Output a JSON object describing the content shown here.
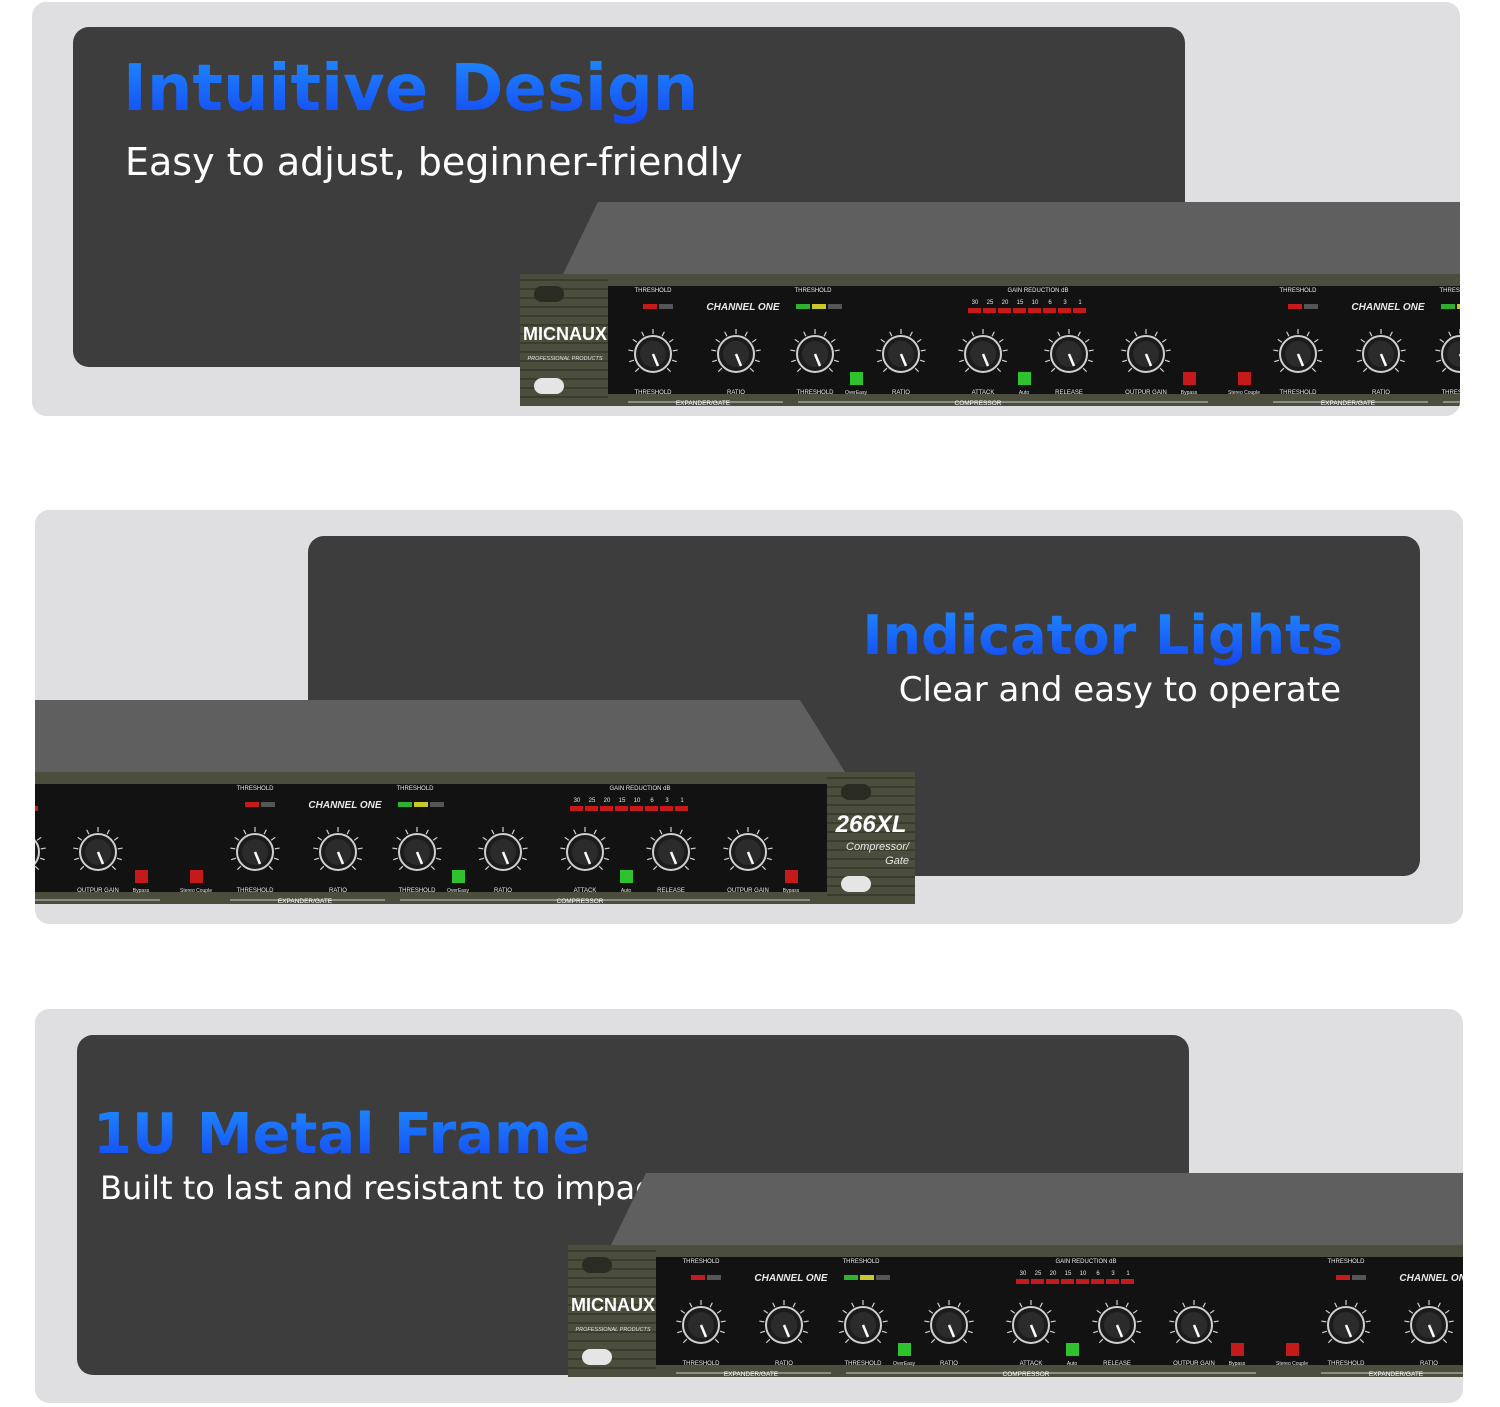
{
  "sections": [
    {
      "title": "Intuitive Design",
      "subtitle": "Easy to adjust, beginner-friendly"
    },
    {
      "title": "Indicator Lights",
      "subtitle": "Clear and easy to operate"
    },
    {
      "title": "1U Metal Frame",
      "subtitle": "Built to last and resistant to impacts"
    }
  ],
  "device": {
    "brand": "MICNAUX",
    "brand_sub": "PROFESSIONAL PRODUCTS",
    "model": "266XL",
    "model_line1": "Compressor/",
    "model_line2": "Gate",
    "channel_label": "CHANNEL ONE",
    "threshold_label": "THRESHOLD",
    "gain_reduction_label": "GAIN REDUCTION dB",
    "gr_scale": [
      "30",
      "25",
      "20",
      "15",
      "10",
      "6",
      "3",
      "1"
    ],
    "expander_gate_label": "EXPANDER/GATE",
    "compressor_label": "COMPRESSOR",
    "knobs": {
      "threshold": "THRESHOLD",
      "ratio": "RATIO",
      "attack": "ATTACK",
      "release": "RELEASE",
      "output_gain": "OUTPUR GAIN"
    },
    "buttons": {
      "overeasy": "OverEasy",
      "auto": "Auto",
      "bypass": "Bypass",
      "stereo_couple": "Stereo Couple"
    },
    "colors": {
      "chassis": "#4b4e3c",
      "panel": "#121212",
      "top": "#5f5f5f"
    }
  }
}
